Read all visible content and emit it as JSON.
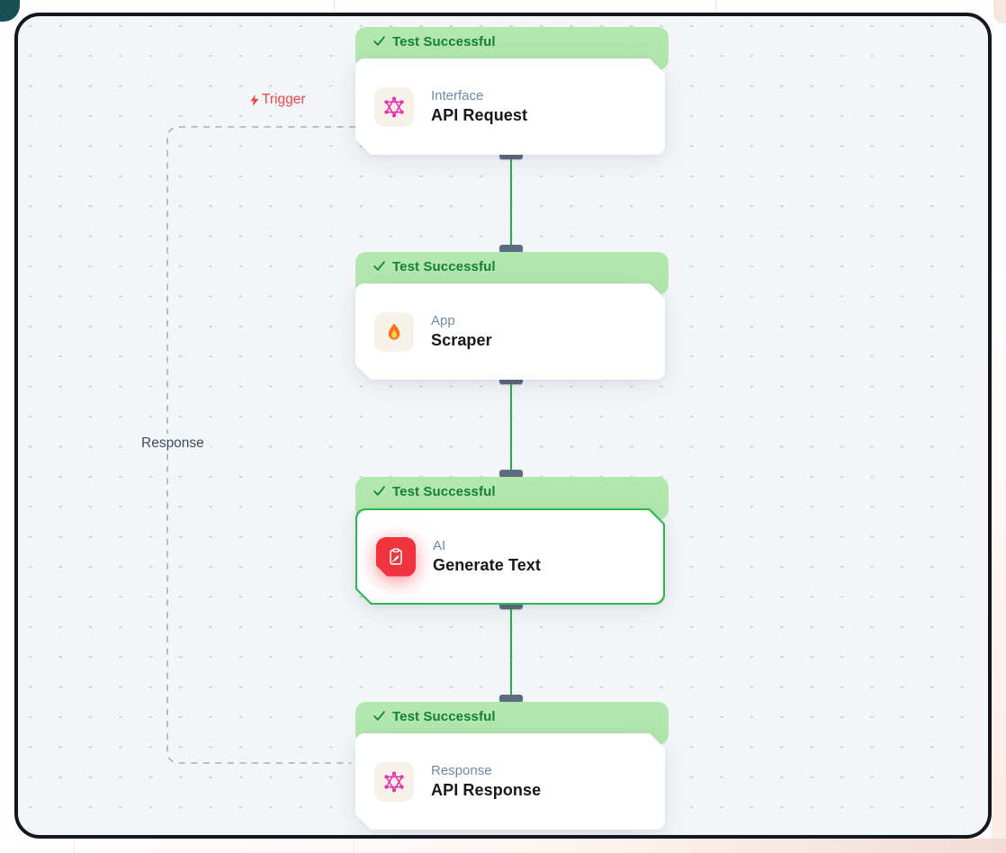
{
  "flow": {
    "trigger_label": "Trigger",
    "response_label": "Response"
  },
  "nodes": [
    {
      "status": "Test Successful",
      "category": "Interface",
      "title": "API Request",
      "icon": "graphql-icon",
      "selected": false
    },
    {
      "status": "Test Successful",
      "category": "App",
      "title": "Scraper",
      "icon": "fire-icon",
      "selected": false
    },
    {
      "status": "Test Successful",
      "category": "AI",
      "title": "Generate Text",
      "icon": "clipboard-edit-icon",
      "selected": true
    },
    {
      "status": "Test Successful",
      "category": "Response",
      "title": "API Response",
      "icon": "graphql-icon",
      "selected": false
    }
  ],
  "colors": {
    "status_bg": "#b2e7af",
    "status_text": "#15803d",
    "connector_green": "#25b14b",
    "selected_border": "#2db84d",
    "handle_slate": "#5d6b7e",
    "trigger_red": "#ef4444",
    "graphql_pink": "#ec2caa",
    "ai_icon_red": "#f0343e",
    "canvas_bg": "#f3f5f8",
    "canvas_border": "#14171f",
    "dashed_line": "#a9aeb6"
  }
}
